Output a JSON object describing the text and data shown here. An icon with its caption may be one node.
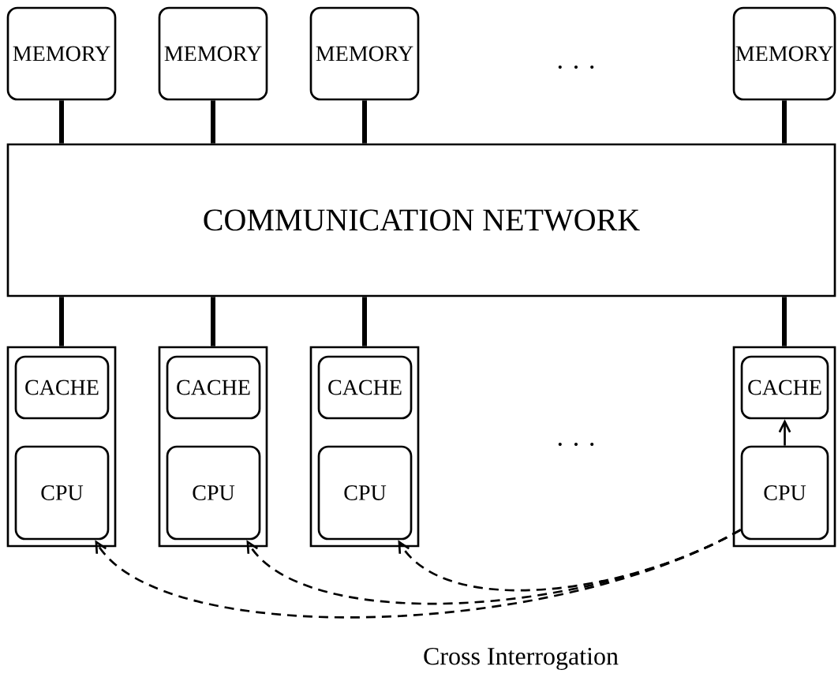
{
  "diagram": {
    "nodes": [
      {
        "text": [
          "MEMORY"
        ]
      },
      {
        "text": [
          "MEMORY"
        ]
      },
      {
        "text": [
          "MEMORY"
        ]
      },
      {
        "text": [
          "MEMORY"
        ]
      },
      {
        "text": [
          "COMMUNICATION  NETWORK"
        ]
      },
      {
        "text": [],
        "shape": "box"
      },
      {
        "text": [
          "CACHE"
        ],
        "in": 5
      },
      {
        "text": [
          "CPU"
        ],
        "in": 5
      },
      {
        "text": [],
        "shape": "box"
      },
      {
        "text": [
          "CACHE"
        ],
        "in": 8
      },
      {
        "text": [
          "CPU"
        ],
        "in": 8
      },
      {
        "text": [],
        "shape": "box"
      },
      {
        "text": [
          "CACHE"
        ],
        "in": 11
      },
      {
        "text": [
          "CPU"
        ],
        "in": 11
      },
      {
        "text": [],
        "shape": "box"
      },
      {
        "text": [
          "CACHE"
        ],
        "in": 14
      },
      {
        "text": [
          "CPU"
        ],
        "in": 14
      }
    ],
    "edges": [
      {
        "from": 0,
        "to": 4,
        "arrow": "none"
      },
      {
        "from": 1,
        "to": 4,
        "arrow": "none"
      },
      {
        "from": 2,
        "to": 4,
        "arrow": "none"
      },
      {
        "from": 3,
        "to": 4,
        "arrow": "none"
      },
      {
        "from": 4,
        "to": 5,
        "arrow": "none"
      },
      {
        "from": 4,
        "to": 8,
        "arrow": "none"
      },
      {
        "from": 4,
        "to": 11,
        "arrow": "none"
      },
      {
        "from": 4,
        "to": 14,
        "arrow": "none"
      },
      {
        "from": 16,
        "to": 15,
        "arrow": "to"
      },
      {
        "from": 16,
        "to": 7,
        "arrow": "to",
        "style": "dashed"
      },
      {
        "from": 16,
        "to": 10,
        "arrow": "to",
        "style": "dashed"
      },
      {
        "from": 16,
        "to": 13,
        "arrow": "to",
        "style": "dashed"
      }
    ],
    "labels": [
      ". . .",
      ". . .",
      "Cross Interrogation"
    ]
  }
}
